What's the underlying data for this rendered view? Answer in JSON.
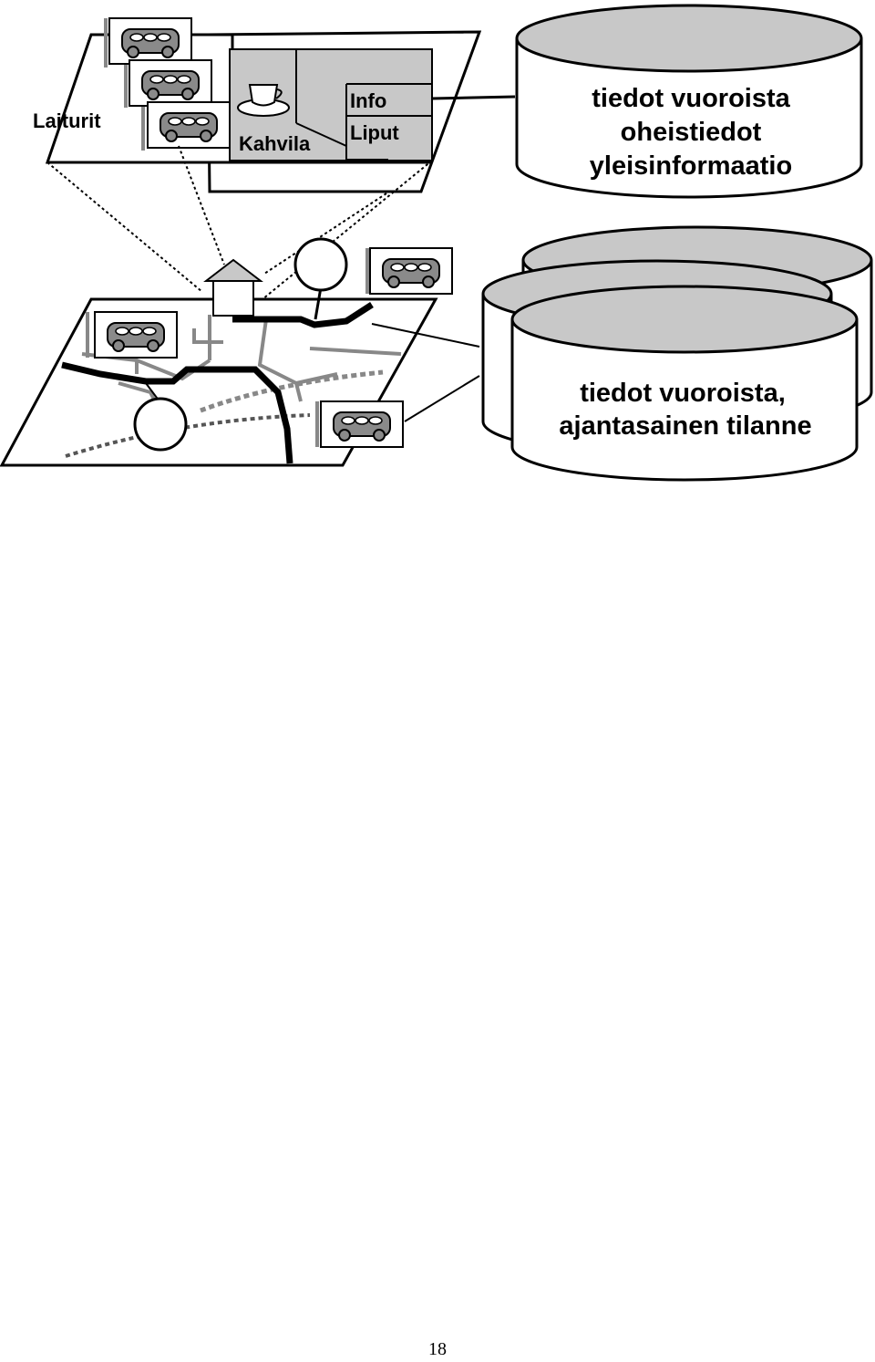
{
  "station": {
    "platforms_label": "Laiturit",
    "cafe_label": "Kahvila",
    "info_label": "Info",
    "tickets_label": "Liput"
  },
  "databases": {
    "station_db": {
      "line1": "tiedot vuoroista",
      "line2": "oheistiedot",
      "line3": "yleisinformaatio"
    },
    "realtime_db": {
      "line1": "tiedot vuoroista,",
      "line2": "ajantasainen tilanne"
    }
  },
  "icons": [
    "bus-icon",
    "coffee-cup-icon",
    "house-icon",
    "stop-circle-icon",
    "database-icon"
  ],
  "colors": {
    "fill_gray": "#c8c8c8",
    "road_gray": "#888888",
    "line": "#000000"
  },
  "page_number": "18"
}
